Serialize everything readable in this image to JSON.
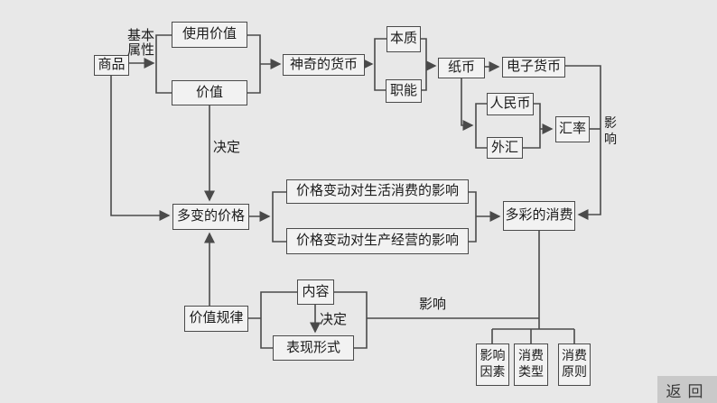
{
  "nodes": {
    "shangpin": "商品",
    "shiyong_jiazhi": "使用价值",
    "jiazhi": "价值",
    "shenqi_huobi": "神奇的货币",
    "benzhi": "本质",
    "zhineng": "职能",
    "zhibi": "纸币",
    "dianzi_huobi": "电子货币",
    "renminbi": "人民币",
    "waihui": "外汇",
    "huilv": "汇率",
    "duobian_jiage": "多变的价格",
    "jiage_shenghuo": "价格变动对生活消费的影响",
    "jiage_shengchan": "价格变动对生产经营的影响",
    "duocai_xiaofei": "多彩的消费",
    "jiazhi_guilv": "价值规律",
    "neirong": "内容",
    "biaoxian_xingshi": "表现形式",
    "yingxiang_yinsu": "影响因素",
    "xiaofei_leixing": "消费类型",
    "xiaofei_yuanze": "消费原则"
  },
  "edge_labels": {
    "jiben_shuxing": "基本属性",
    "jueding_top": "决定",
    "yingxiang_right": "影响",
    "jueding_bottom": "决定",
    "yingxiang_bottom": "影响"
  },
  "back_button": {
    "label": "返回"
  },
  "colors": {
    "background": "#e8e8e8",
    "box_fill": "#f2f2f2",
    "line": "#4a4a4a",
    "back_button_bg": "#c9c9c9"
  }
}
